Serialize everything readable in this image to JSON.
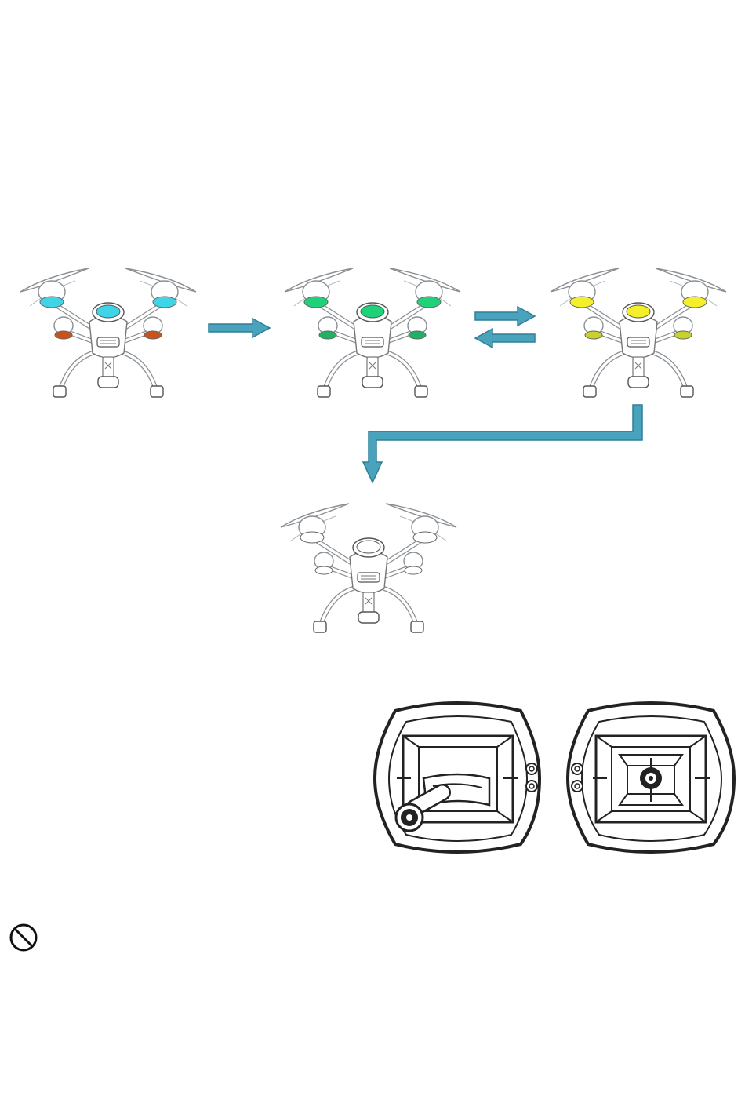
{
  "colors": {
    "arrow_fill": "#4aa3bd",
    "arrow_stroke": "#2f7f97",
    "line": "#2b2b2b",
    "drone_stroke": "#8a8f94"
  },
  "drones": [
    {
      "id": "drone-1",
      "state_light": "#3fd4e6",
      "rear_light": "#c9531d"
    },
    {
      "id": "drone-2",
      "state_light": "#1fd27a",
      "rear_light": "#1fb266"
    },
    {
      "id": "drone-3",
      "state_light": "#f3ef2a",
      "rear_light": "#c8d22a"
    },
    {
      "id": "drone-4",
      "state_light": "#ffffff",
      "rear_light": "#ffffff"
    }
  ],
  "icons": {
    "arrow": "arrow-right-icon",
    "swap": "swap-arrows-icon",
    "elbow": "elbow-arrow-icon",
    "plug": "battery-plug-icon",
    "socket": "battery-socket-icon",
    "prohibited": "prohibited-icon"
  }
}
